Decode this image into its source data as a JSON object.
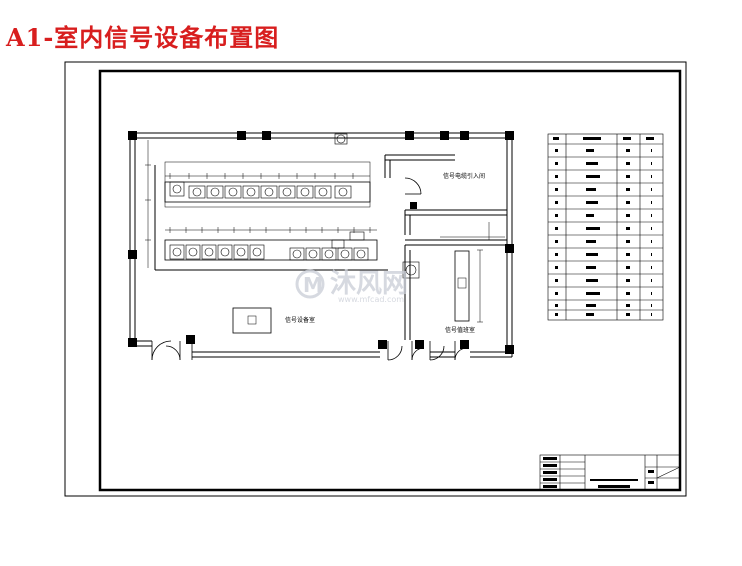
{
  "header": {
    "title": "A1-室内信号设备布置图"
  },
  "room_labels": {
    "cable_entry": "信号电缆引入间",
    "equipment_room": "信号设备室",
    "office": "信号值班室"
  },
  "watermark": {
    "brand": "沐风网",
    "url": "www.mfcad.com",
    "logo_letter": "M"
  },
  "colors": {
    "title": "#d81e1e",
    "lines": "#000000",
    "watermark": "#c9cdd6"
  }
}
